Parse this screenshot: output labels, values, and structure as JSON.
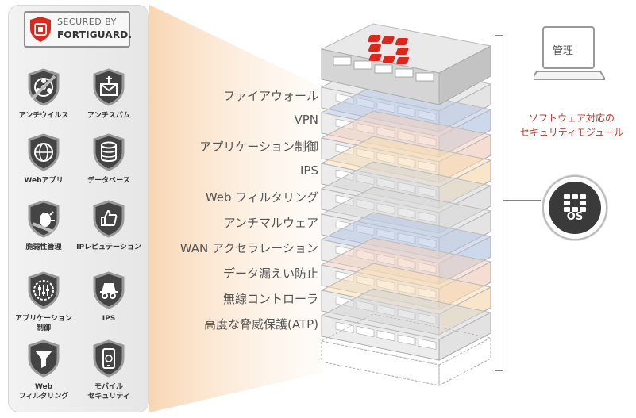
{
  "badge": {
    "line1": "SECURED BY",
    "line2": "FORTIGUARD."
  },
  "services": [
    {
      "label": "アンチウイルス",
      "icon": "biohazard-icon"
    },
    {
      "label": "アンチスパム",
      "icon": "envelope-anchor-icon"
    },
    {
      "label": "Webアプリ",
      "icon": "globe-icon"
    },
    {
      "label": "データベース",
      "icon": "database-icon"
    },
    {
      "label": "脆弱性管理",
      "icon": "bug-icon"
    },
    {
      "label": "IPレピュテーション",
      "icon": "thumbs-icon"
    },
    {
      "label": "アプリケーション\n制御",
      "icon": "sliders-icon"
    },
    {
      "label": "IPS",
      "icon": "spy-icon"
    },
    {
      "label": "Web\nフィルタリング",
      "icon": "funnel-icon"
    },
    {
      "label": "モバイル\nセキュリティ",
      "icon": "mobile-icon"
    }
  ],
  "layers": [
    {
      "label": "ファイアウォール",
      "color": "#d9d9d9"
    },
    {
      "label": "VPN",
      "color": "#b7c7e4"
    },
    {
      "label": "アプリケーション制御",
      "color": "#f1cfc0"
    },
    {
      "label": "IPS",
      "color": "#f6dcb4"
    },
    {
      "label": "Web フィルタリング",
      "color": "#d6d6d6"
    },
    {
      "label": "アンチマルウェア",
      "color": "#d9d9d9"
    },
    {
      "label": "WAN アクセラレーション",
      "color": "#b7c7e4"
    },
    {
      "label": "データ漏えい防止",
      "color": "#f1cfc0"
    },
    {
      "label": "無線コントローラ",
      "color": "#f6dcb4"
    },
    {
      "label": "高度な脅威保護(ATP)",
      "color": "#d6d6d6"
    }
  ],
  "device": {
    "brand": "FORTINET",
    "logo_color": "#da291c"
  },
  "management": {
    "label": "管理"
  },
  "module_text": "ソフトウェア対応の\nセキュリティモジュール",
  "os": {
    "label": "OS"
  },
  "colors": {
    "accent_red": "#c0392b",
    "beam": "#f9d9b8"
  }
}
